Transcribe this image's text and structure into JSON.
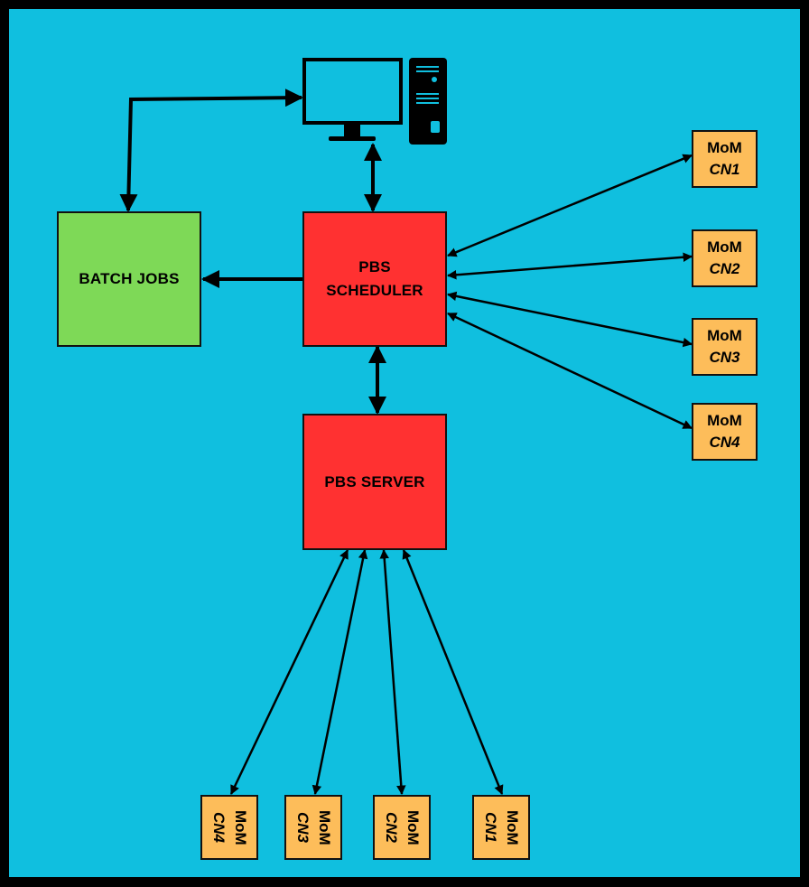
{
  "colors": {
    "background": "#10bfdf",
    "border": "#000000",
    "batch_jobs": "#7ed957",
    "pbs_node": "#ff3131",
    "mom_node": "#fdbd5a"
  },
  "workstation": {
    "icon": "computer-workstation-icon"
  },
  "batch_jobs": {
    "label": "BATCH JOBS"
  },
  "scheduler": {
    "line1": "PBS",
    "line2": "SCHEDULER"
  },
  "server": {
    "label": "PBS SERVER"
  },
  "right_moms": [
    {
      "title": "MoM",
      "node": "CN1"
    },
    {
      "title": "MoM",
      "node": "CN2"
    },
    {
      "title": "MoM",
      "node": "CN3"
    },
    {
      "title": "MoM",
      "node": "CN4"
    }
  ],
  "bottom_moms": [
    {
      "title": "MoM",
      "node": "CN4"
    },
    {
      "title": "MoM",
      "node": "CN3"
    },
    {
      "title": "MoM",
      "node": "CN2"
    },
    {
      "title": "MoM",
      "node": "CN1"
    }
  ]
}
